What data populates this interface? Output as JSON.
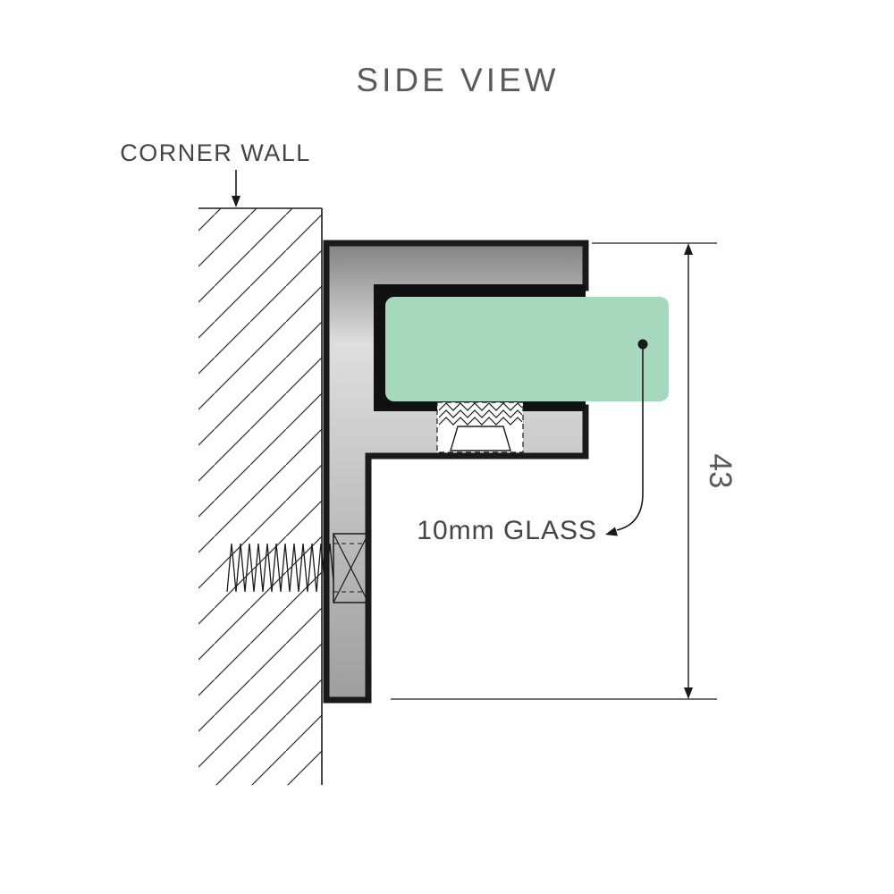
{
  "diagram": {
    "title": "SIDE VIEW",
    "wall_label": "CORNER WALL",
    "glass_label": "10mm GLASS",
    "dimension_value": "43",
    "colors": {
      "glass_fill": "#a5d8bc",
      "bracket_top": "#828282",
      "bracket_mid": "#dedede",
      "bracket_bottom": "#9e9e9e",
      "line": "#1a1a1a",
      "text": "#5a5a5a",
      "label": "#454545"
    }
  }
}
